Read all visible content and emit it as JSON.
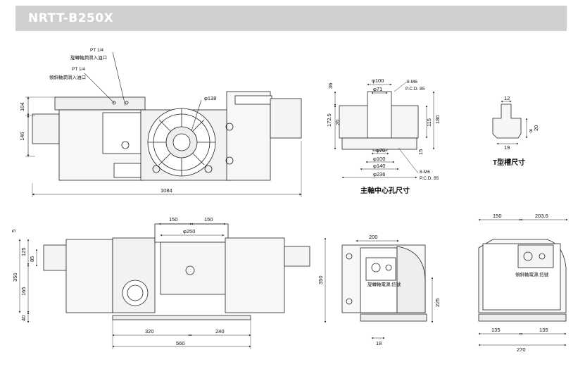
{
  "header": {
    "title": "NRTT-B250X"
  },
  "front_view": {
    "port_label_1": "PT 1/4",
    "port_note_1": "旋轉軸潤滑入油口",
    "port_label_2": "PT 1/4",
    "port_note_2": "傾斜軸潤滑入油口",
    "dia_table": "φ138",
    "dim_top": "104",
    "dim_left": "146",
    "dim_length": "1084"
  },
  "center_hole": {
    "d100_top": "φ100",
    "d71": "φ71",
    "m6_top": "8-M6",
    "pcd_top": "P.C.D. 85",
    "d70": "φ70",
    "d100_bot": "φ100",
    "d140": "φ140",
    "d236": "φ236",
    "m6_bot": "8-M6",
    "pcd_bot": "P.C.D. 85",
    "h36": "36",
    "h1725": "172.5",
    "h20": "20",
    "h115": "115",
    "h180": "180",
    "h15": "15",
    "caption": "主軸中心孔尺寸"
  },
  "tslot": {
    "w12": "12",
    "h20": "20",
    "h8": "8",
    "w19": "19",
    "caption": "T型槽尺寸"
  },
  "side_view": {
    "w150a": "150",
    "w150b": "150",
    "d250": "φ250",
    "h5": "5",
    "h125": "125",
    "h85": "85",
    "h350_left": "350",
    "h165": "165",
    "h40": "40",
    "h350_right": "350",
    "w320": "320",
    "w240": "240",
    "w560": "560"
  },
  "end_view": {
    "w200": "200",
    "connector_note": "旋轉軸電源,信號",
    "h225": "225",
    "w18": "18"
  },
  "rear_view": {
    "w150": "150",
    "w2036": "203.6",
    "connector_note": "傾斜軸電源,信號",
    "w135a": "135",
    "w135b": "135",
    "w270": "270"
  }
}
